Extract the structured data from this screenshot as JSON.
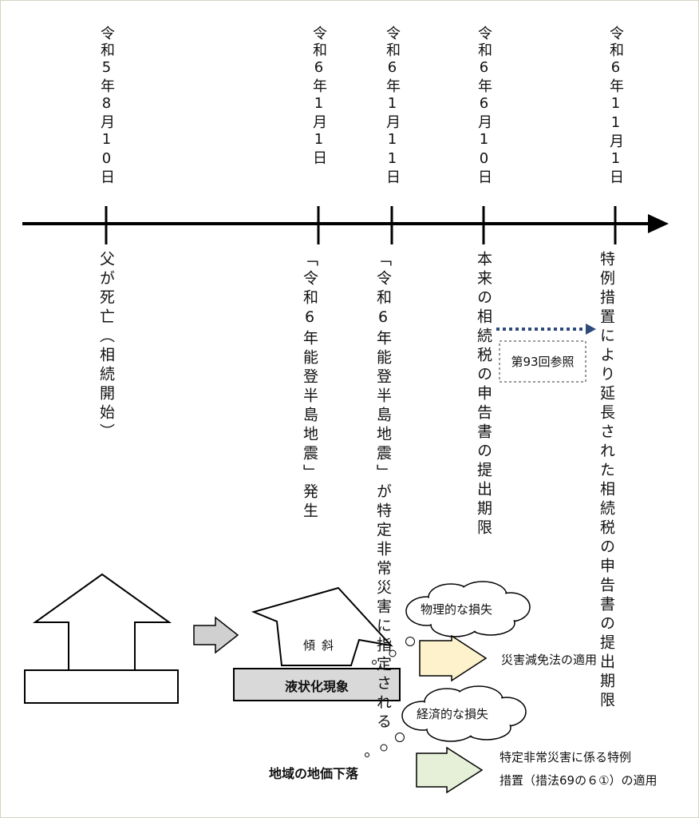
{
  "timeline": {
    "events": [
      {
        "date": "令和5年8月10日",
        "desc": "父が死亡（相続開始）"
      },
      {
        "date": "令和6年1月1日",
        "desc": "「令和6年能登半島地震」発生"
      },
      {
        "date": "令和6年1月11日",
        "desc": "「令和6年能登半島地震」が特定非常災害に指定される"
      },
      {
        "date": "令和6年6月10日",
        "desc": "本来の相続税の申告書の提出期限"
      },
      {
        "date": "令和6年11月1日",
        "desc": "特例措置により延長された相続税の申告書の提出期限"
      }
    ],
    "reference_label": "第93回参照"
  },
  "illustration": {
    "tilt_label": "傾斜",
    "liquefaction_label": "液状化現象",
    "physical_loss_bubble": "物理的な損失",
    "physical_loss_result": "災害減免法の適用",
    "economic_loss_bubble": "経済的な損失",
    "land_price_label": "地域の地価下落",
    "economic_loss_result_line1": "特定非常災害に係る特例",
    "economic_loss_result_line2": "措置（措法69の６①）の適用"
  }
}
